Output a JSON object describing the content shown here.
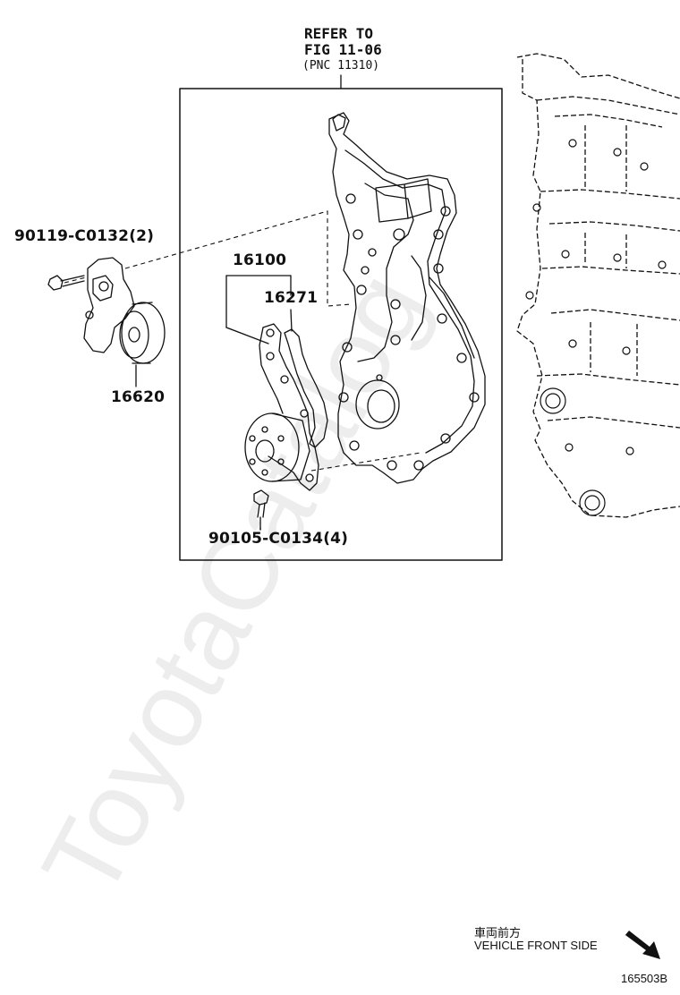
{
  "refer": {
    "line1": "REFER TO",
    "line2": "FIG 11-06",
    "line3": "(PNC 11310)"
  },
  "parts": {
    "bolt_upper": "90119-C0132(2)",
    "tensioner": "16620",
    "pump_assy": "16100",
    "gasket": "16271",
    "bolt_lower": "90105-C0134(4)"
  },
  "direction": {
    "japanese": "車両前方",
    "english": "VEHICLE FRONT SIDE"
  },
  "figure_id": "165503B",
  "watermark": "ToyotaCatalog",
  "colors": {
    "line": "#111111",
    "watermark": "#dddddd"
  }
}
